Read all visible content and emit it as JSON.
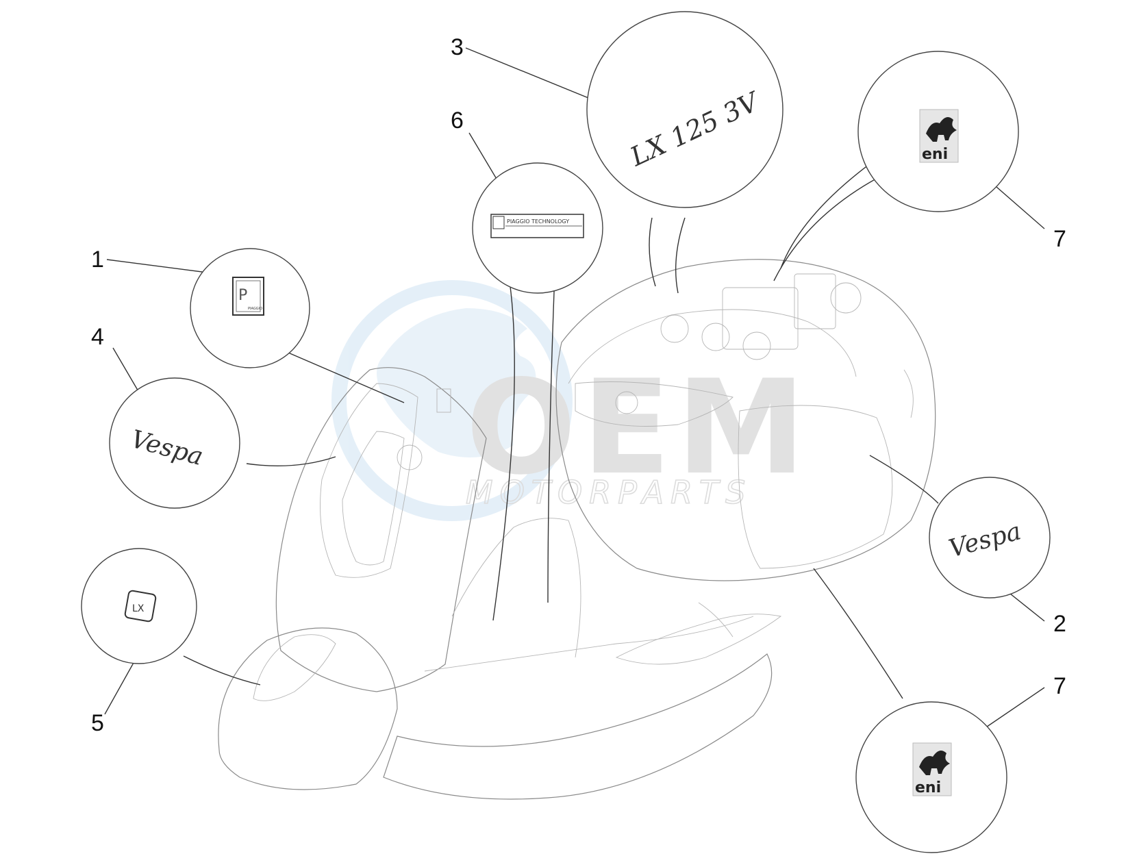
{
  "watermark": {
    "brand": "OEM",
    "tagline": "MOTORPARTS",
    "color": "#c9c9c9",
    "globe_color": "#cfe3f3"
  },
  "callouts": [
    {
      "number": "1",
      "part": "piaggio-badge"
    },
    {
      "number": "2",
      "part": "vespa-script-side"
    },
    {
      "number": "3",
      "part": "model-script"
    },
    {
      "number": "4",
      "part": "vespa-script-front"
    },
    {
      "number": "5",
      "part": "lx-badge"
    },
    {
      "number": "6",
      "part": "piaggio-technology-plate"
    },
    {
      "number": "7",
      "part": "eni-sticker-top"
    },
    {
      "number": "7",
      "part": "eni-sticker-bottom"
    }
  ],
  "decals": {
    "piaggio_technology": "PIAGGIO TECHNOLOGY",
    "piaggio_small": "PIAGGIO",
    "model_script": "LX 125 3V",
    "vespa": "Vespa",
    "eni": "eni",
    "lx": "LX"
  }
}
